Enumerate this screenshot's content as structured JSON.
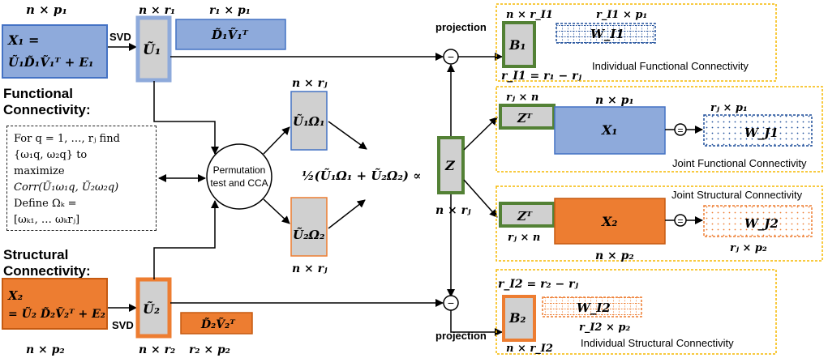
{
  "colors": {
    "blue_fill": "#8eaadb",
    "blue_stroke": "#4472c4",
    "orange_fill": "#ed7d31",
    "orange_stroke": "#c55a11",
    "green_stroke": "#538135",
    "gray_fill": "#d0d0d0",
    "dotted_border": "#f5b800",
    "grid_blue": "#1f4e9a",
    "grid_orange": "#ed7d31"
  },
  "left": {
    "x1_dims": "n × p₁",
    "x1_formula_line1": "X₁ =",
    "x1_formula_line2": "Ũ₁D̃₁Ṽ₁ᵀ + E₁",
    "svd_top": "SVD",
    "u1_dims": "n × r₁",
    "u1_label": "Ũ₁",
    "d1v1_dims": "r₁ × p₁",
    "d1v1_label": "D̃₁Ṽ₁ᵀ",
    "functional_title_line1": "Functional",
    "functional_title_line2": "Connectivity:",
    "structural_title_line1": "Structural",
    "structural_title_line2": "Connectivity:",
    "x2_formula_line1": "X₂",
    "x2_formula_line2": "= Ũ₂ D̃₂Ṽ₂ᵀ + E₂",
    "x2_dims": "n × p₂",
    "svd_bottom": "SVD",
    "u2_label": "Ũ₂",
    "u2_dims": "n × r₂",
    "d2v2_label": "D̃₂Ṽ₂ᵀ",
    "d2v2_dims": "r₂ × p₂"
  },
  "cca_box": {
    "line1": "For q = 1, …, rⱼ find",
    "line2": "{ω₁q, ω₂q} to",
    "line3": "maximize",
    "line4": "Corr(Ũ₁ω₁q, Ũ₂ω₂q)",
    "line5": "Define Ωₖ =",
    "line6": "[ωₖ₁, … ωₖrⱼ]"
  },
  "middle": {
    "perm_line1": "Permutation",
    "perm_line2": "test and CCA",
    "u1o1_dims": "n × rⱼ",
    "u1o1_label": "Ũ₁Ω₁",
    "u2o2_label": "Ũ₂Ω₂",
    "u2o2_dims": "n × rⱼ",
    "average_formula": "½(Ũ₁Ω₁ + Ũ₂Ω₂) ∝",
    "z_label": "Z",
    "z_dims": "n × rⱼ",
    "projection_top": "projection",
    "projection_bottom": "projection",
    "minus": "−"
  },
  "right": {
    "b1_dims": "n × r_I1",
    "w_i1_dims": "r_I1 × p₁",
    "b1_label": "B₁",
    "w_i1_label": "W_I1",
    "r_i1_formula": "r_I1 = r₁ − rⱼ",
    "individual_functional": "Individual Functional Connectivity",
    "zt1_dims": "rⱼ × n",
    "x1_right_dims": "n × p₁",
    "w_j1_dims": "rⱼ × p₁",
    "zt1_label": "Zᵀ",
    "x1_right_label": "X₁",
    "w_j1_label": "W_J1",
    "joint_functional": "Joint Functional Connectivity",
    "joint_structural": "Joint Structural Connectivity",
    "zt2_label": "Zᵀ",
    "x2_right_label": "X₂",
    "w_j2_label": "W_J2",
    "zt2_dims": "rⱼ × n",
    "x2_right_dims": "n × p₂",
    "w_j2_dims": "rⱼ × p₂",
    "r_i2_formula": "r_I2 = r₂ − rⱼ",
    "b2_label": "B₂",
    "w_i2_label": "W_I2",
    "w_i2_dims": "r_I2 × p₂",
    "b2_dims": "n × r_I2",
    "individual_structural": "Individual Structural Connectivity",
    "equals": "="
  }
}
